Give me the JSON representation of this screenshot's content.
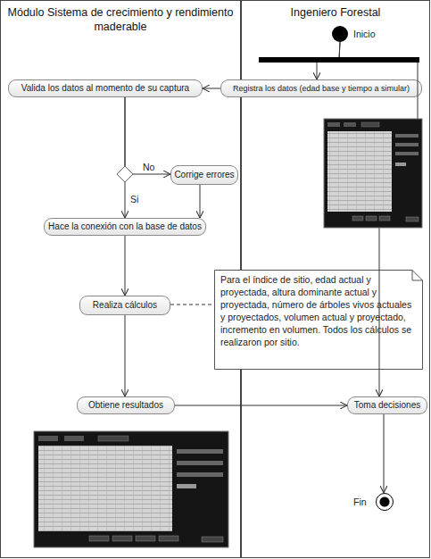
{
  "diagram": {
    "nodes": [
      {
        "text": [
          "Módulo Sistema de crecimiento y rendimiento maderable"
        ]
      },
      {
        "text": [
          "Ingeniero Forestal"
        ]
      },
      {
        "text": [
          "Inicio"
        ],
        "in": 1
      },
      {
        "text": [
          "Registra los datos (edad base y tiempo a simular)"
        ],
        "in": 1
      },
      {
        "text": [
          "Valida los datos al momento de su captura"
        ],
        "in": 0
      },
      {
        "text": [
          "Corrige errores"
        ],
        "in": 0
      },
      {
        "text": [
          "Hace la conexión con la base de datos"
        ],
        "in": 0
      },
      {
        "text": [
          "Realiza cálculos"
        ],
        "in": 0
      },
      {
        "text": [
          "Para el índice de sitio, edad actual y proyectada, altura dominante actual y proyectada, número de árboles vivos actuales y proyectados, volumen actual y proyectado, incremento en volumen. Todos los cálculos se realizaron por sitio."
        ]
      },
      {
        "text": [
          "Obtiene resultados"
        ],
        "in": 0
      },
      {
        "text": [
          "Toma decisiones"
        ],
        "in": 1
      },
      {
        "text": [
          "Fin"
        ],
        "in": 1
      }
    ],
    "edges": [
      {
        "from": 2,
        "to": 3,
        "arrow": "to"
      },
      {
        "from": 2,
        "to": 10,
        "arrow": "to"
      },
      {
        "from": 3,
        "to": 4,
        "arrow": "to"
      },
      {
        "from": 4,
        "to": 5,
        "label": "No",
        "arrow": "to"
      },
      {
        "from": 4,
        "to": 6,
        "label": "Si",
        "arrow": "to"
      },
      {
        "from": 5,
        "to": 6,
        "arrow": "to"
      },
      {
        "from": 6,
        "to": 7,
        "arrow": "to"
      },
      {
        "from": 7,
        "to": 8,
        "arrow": "none"
      },
      {
        "from": 7,
        "to": 9,
        "arrow": "to"
      },
      {
        "from": 9,
        "to": 10,
        "arrow": "to"
      },
      {
        "from": 10,
        "to": 11,
        "arrow": "to"
      }
    ]
  }
}
